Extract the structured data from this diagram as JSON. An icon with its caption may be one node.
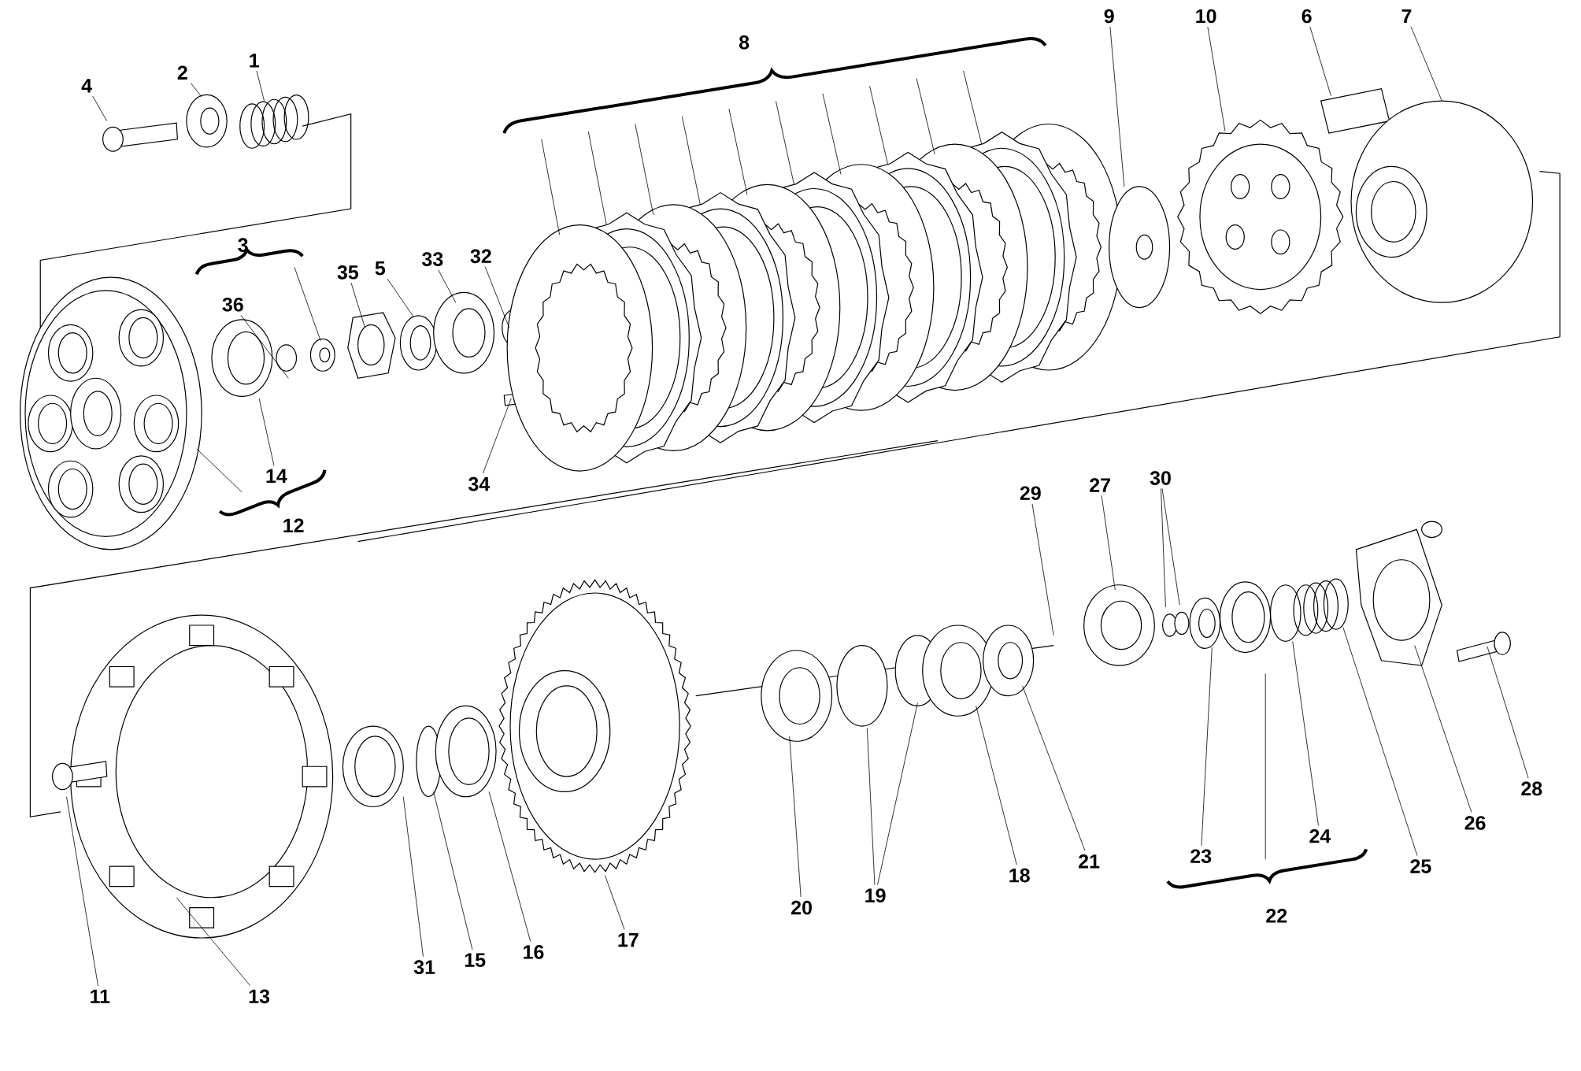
{
  "diagram": {
    "nodes": [
      {
        "text": [
          "8"
        ]
      },
      {
        "text": [
          "9"
        ]
      },
      {
        "text": [
          "10"
        ]
      },
      {
        "text": [
          "6"
        ]
      },
      {
        "text": [
          "7"
        ]
      },
      {
        "text": [
          "1"
        ]
      },
      {
        "text": [
          "2"
        ]
      },
      {
        "text": [
          "4"
        ]
      },
      {
        "text": [
          "3"
        ]
      },
      {
        "text": [
          "32"
        ]
      },
      {
        "text": [
          "33"
        ]
      },
      {
        "text": [
          "5"
        ]
      },
      {
        "text": [
          "35"
        ]
      },
      {
        "text": [
          "36"
        ]
      },
      {
        "text": [
          "14"
        ]
      },
      {
        "text": [
          "34"
        ]
      },
      {
        "text": [
          "30"
        ]
      },
      {
        "text": [
          "27"
        ]
      },
      {
        "text": [
          "29"
        ]
      },
      {
        "text": [
          "12"
        ]
      },
      {
        "text": [
          "28"
        ]
      },
      {
        "text": [
          "26"
        ]
      },
      {
        "text": [
          "24"
        ]
      },
      {
        "text": [
          "23"
        ]
      },
      {
        "text": [
          "21"
        ]
      },
      {
        "text": [
          "25"
        ]
      },
      {
        "text": [
          "18"
        ]
      },
      {
        "text": [
          "19"
        ]
      },
      {
        "text": [
          "20"
        ]
      },
      {
        "text": [
          "22"
        ]
      },
      {
        "text": [
          "17"
        ]
      },
      {
        "text": [
          "16"
        ]
      },
      {
        "text": [
          "15"
        ]
      },
      {
        "text": [
          "31"
        ]
      },
      {
        "text": [
          "11"
        ]
      },
      {
        "text": [
          "13"
        ]
      }
    ],
    "edges": [
      {
        "from": 1,
        "to": null,
        "arrow": "none"
      },
      {
        "from": 2,
        "to": null,
        "arrow": "none"
      },
      {
        "from": 3,
        "to": null,
        "arrow": "none"
      },
      {
        "from": 4,
        "to": null,
        "arrow": "none"
      },
      {
        "from": 5,
        "to": null,
        "arrow": "none"
      },
      {
        "from": 6,
        "to": null,
        "arrow": "none"
      },
      {
        "from": 7,
        "to": null,
        "arrow": "none"
      },
      {
        "from": 9,
        "to": null,
        "arrow": "none"
      },
      {
        "from": 10,
        "to": null,
        "arrow": "none"
      },
      {
        "from": 11,
        "to": null,
        "arrow": "none"
      },
      {
        "from": 12,
        "to": null,
        "arrow": "none"
      },
      {
        "from": 13,
        "to": null,
        "arrow": "none"
      },
      {
        "from": 14,
        "to": null,
        "arrow": "none"
      },
      {
        "from": 15,
        "to": null,
        "arrow": "none"
      },
      {
        "from": 16,
        "to": null,
        "arrow": "none"
      },
      {
        "from": 16,
        "to": null,
        "arrow": "none"
      },
      {
        "from": 17,
        "to": null,
        "arrow": "none"
      },
      {
        "from": 18,
        "to": null,
        "arrow": "none"
      },
      {
        "from": 20,
        "to": null,
        "arrow": "none"
      },
      {
        "from": 21,
        "to": null,
        "arrow": "none"
      },
      {
        "from": 22,
        "to": null,
        "arrow": "none"
      },
      {
        "from": 23,
        "to": null,
        "arrow": "none"
      },
      {
        "from": 24,
        "to": null,
        "arrow": "none"
      },
      {
        "from": 25,
        "to": null,
        "arrow": "none"
      },
      {
        "from": 26,
        "to": null,
        "arrow": "none"
      },
      {
        "from": 27,
        "to": null,
        "arrow": "none"
      },
      {
        "from": 27,
        "to": null,
        "arrow": "none"
      },
      {
        "from": 28,
        "to": null,
        "arrow": "none"
      },
      {
        "from": 30,
        "to": null,
        "arrow": "none"
      },
      {
        "from": 31,
        "to": null,
        "arrow": "none"
      },
      {
        "from": 32,
        "to": null,
        "arrow": "none"
      },
      {
        "from": 33,
        "to": null,
        "arrow": "none"
      },
      {
        "from": 34,
        "to": null,
        "arrow": "none"
      },
      {
        "from": 35,
        "to": null,
        "arrow": "none"
      }
    ]
  }
}
